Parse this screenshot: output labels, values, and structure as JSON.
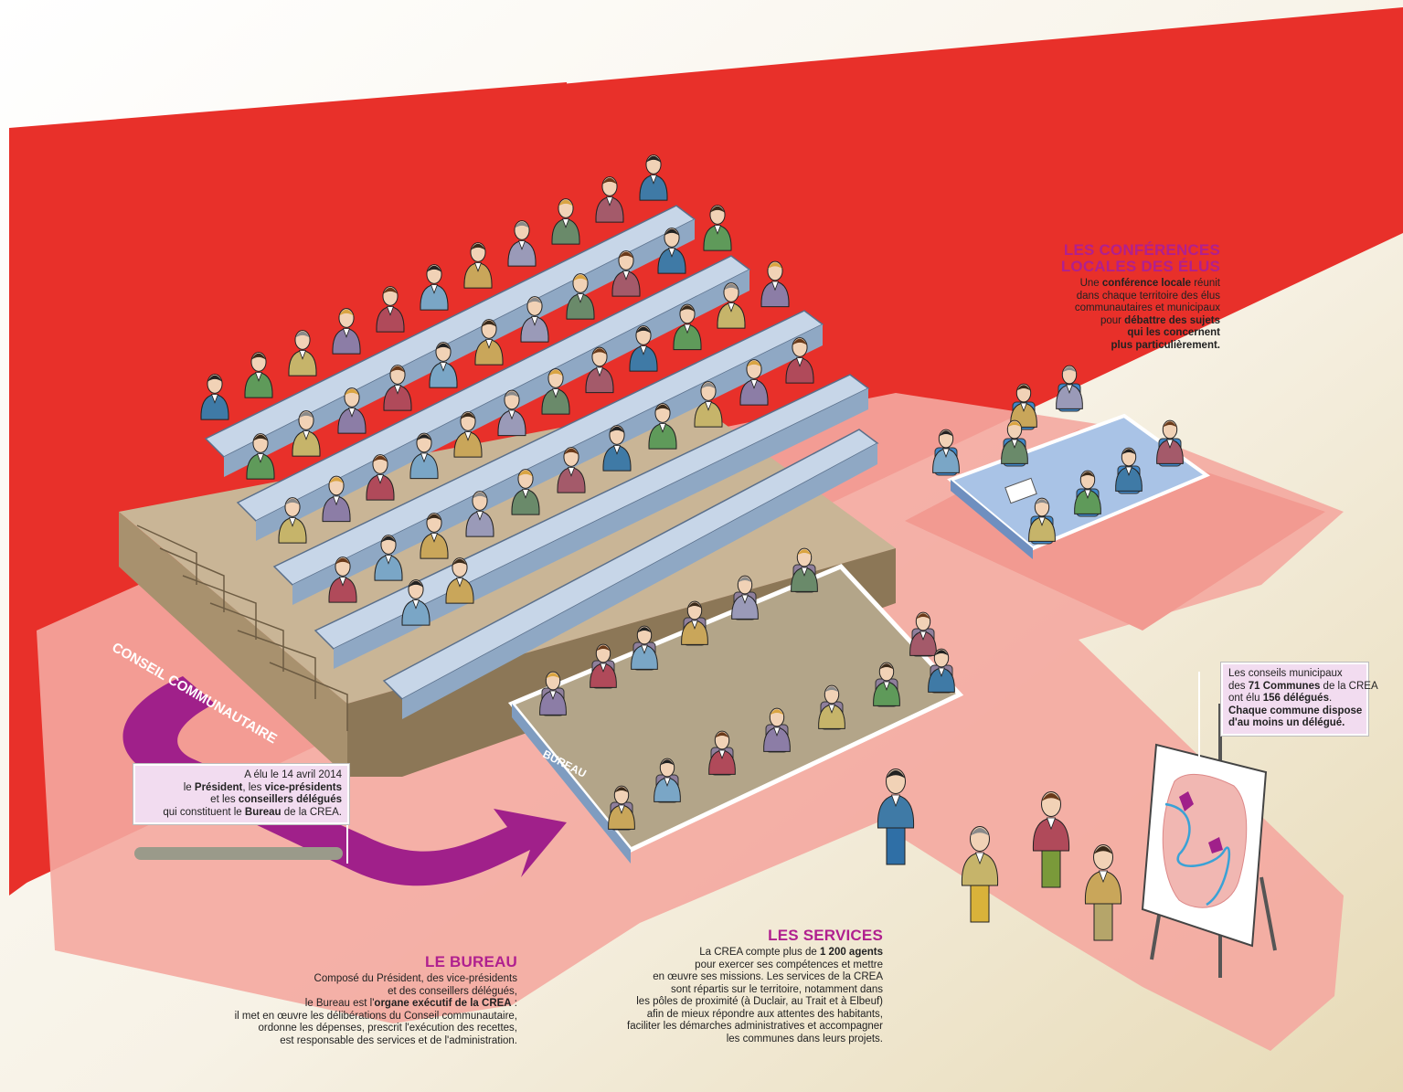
{
  "labels": {
    "conseil": "CONSEIL COMMUNAUTAIRE",
    "bureau": "BUREAU"
  },
  "conferences": {
    "title_1": "LES CONFÉRENCES",
    "title_2": "LOCALES DES ÉLUS",
    "l1_a": "Une ",
    "l1_b": "conférence locale",
    "l1_c": " réunit",
    "l2": "dans chaque territoire des élus",
    "l3": "communautaires et municipaux",
    "l4_a": "pour ",
    "l4_b": "débattre des sujets",
    "l5": "qui les concernent",
    "l6": "plus particulièrement."
  },
  "conseils_callout": {
    "l1": "Les conseils municipaux",
    "l2_a": "des ",
    "l2_b": "71 Communes",
    "l2_c": " de la CREA",
    "l3_a": "ont élu ",
    "l3_b": "156 délégués",
    "l3_c": ".",
    "l4": "Chaque commune dispose",
    "l5": "d'au moins un délégué."
  },
  "election_callout": {
    "l1": "A élu le 14 avril 2014",
    "l2_a": "le ",
    "l2_b": "Président",
    "l2_c": ", les ",
    "l2_d": "vice-présidents",
    "l3_a": "et les ",
    "l3_b": "conseillers délégués",
    "l4_a": "qui constituent le ",
    "l4_b": "Bureau",
    "l4_c": " de la CREA."
  },
  "services": {
    "title": "LES SERVICES",
    "l1_a": "La CREA compte plus de ",
    "l1_b": "1 200 agents",
    "l2": "pour exercer ses compétences et mettre",
    "l3": "en œuvre ses missions. Les services de la CREA",
    "l4": "sont répartis sur le territoire, notamment dans",
    "l5": "les pôles de proximité (à Duclair, au Trait et à Elbeuf)",
    "l6": "afin de mieux répondre aux attentes des habitants,",
    "l7": "faciliter les démarches administratives et accompagner",
    "l8": "les communes dans leurs projets."
  },
  "bureau_text": {
    "title": "LE BUREAU",
    "l1": "Composé du Président, des vice-présidents",
    "l2": "et des conseillers délégués,",
    "l3_a": "le Bureau est l'",
    "l3_b": "organe exécutif de la CREA",
    "l3_c": " :",
    "l4": "il met en œuvre les délibérations du Conseil communautaire,",
    "l5": "ordonne les dépenses, prescrit l'exécution des recettes,",
    "l6": "est responsable des services et de l'administration."
  },
  "colors": {
    "red": "#e8302a",
    "pink_path": "#f4a8a0",
    "magenta": "#a0208a",
    "title_magenta": "#b0208f",
    "stone": "#b5a184",
    "table": "#b8c9e0",
    "beige": "#efe6c9"
  }
}
